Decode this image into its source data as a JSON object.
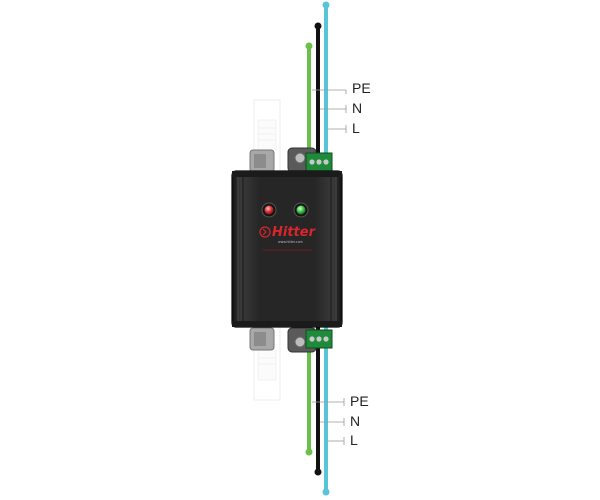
{
  "top_terminal": {
    "labels": {
      "pe": "PE",
      "n": "N",
      "l": "L"
    }
  },
  "bottom_terminal": {
    "labels": {
      "pe": "PE",
      "n": "N",
      "l": "L"
    }
  },
  "device": {
    "brand": "Hitter",
    "website": "www.hitter.com",
    "leds": [
      {
        "name": "fault",
        "color": "#e0363a"
      },
      {
        "name": "power",
        "color": "#3ec84a"
      }
    ]
  },
  "wires": {
    "pe_color": "#6bc04a",
    "n_color": "#111111",
    "l_color": "#58c4d8"
  }
}
